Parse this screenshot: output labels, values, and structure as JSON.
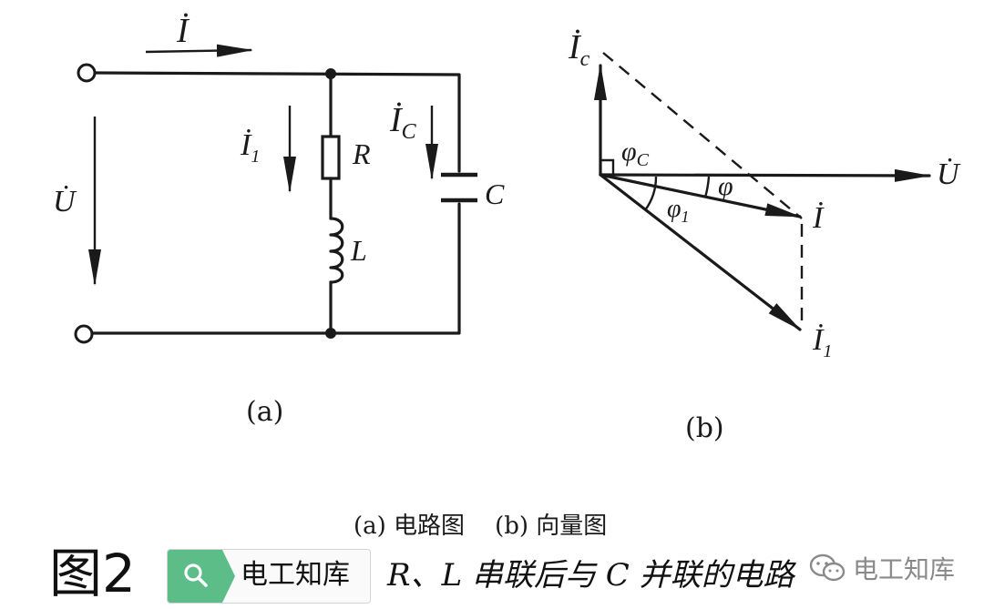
{
  "circuit": {
    "labels": {
      "total_current": "İ",
      "voltage": "U̇",
      "branch_current": "İ",
      "branch_current_sub": "1",
      "cap_current": "İ",
      "cap_current_sub": "C",
      "resistor": "R",
      "inductor": "L",
      "capacitor": "C"
    },
    "caption": "(a)"
  },
  "phasor": {
    "labels": {
      "voltage": "U̇",
      "total_current": "İ",
      "branch_current": "İ",
      "branch_current_sub": "1",
      "cap_current": "İ",
      "cap_current_sub": "c",
      "phi": "φ",
      "phi1": "φ",
      "phi1_sub": "1",
      "phic": "φ",
      "phic_sub": "C"
    },
    "caption": "(b)"
  },
  "caption_line": "(a) 电路图    (b) 向量图",
  "figure_label": "图2",
  "search_chip_text": "电工知库",
  "figure_title": "R、L 串联后与 C 并联的电路",
  "watermark_text": "电工知库",
  "colors": {
    "chip_green": "#5cbd89",
    "watermark_gray": "#8a8a8a"
  }
}
